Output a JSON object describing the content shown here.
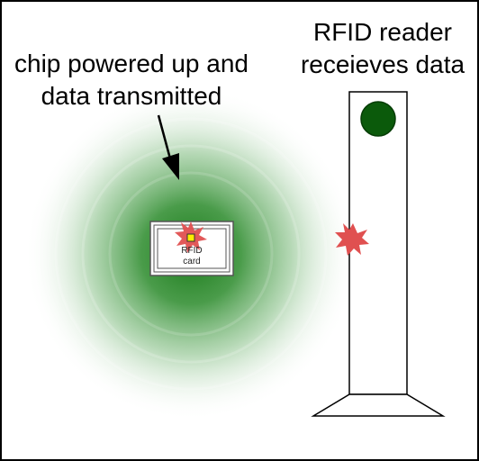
{
  "labels": {
    "chip_line1": "chip powered up and",
    "chip_line2": "data transmitted",
    "reader_line1": "RFID reader",
    "reader_line2": "receieves data",
    "card_line1": "RFID",
    "card_line2": "card"
  },
  "colors": {
    "field_green": "#1a7a1a",
    "indicator_green": "#0b5a0b",
    "burst_red": "#e05050",
    "chip_yellow": "#ffee00",
    "outline": "#000000"
  },
  "icons": {
    "arrow": "arrow-down-icon",
    "burst": "starburst-icon",
    "indicator": "status-light-icon"
  }
}
